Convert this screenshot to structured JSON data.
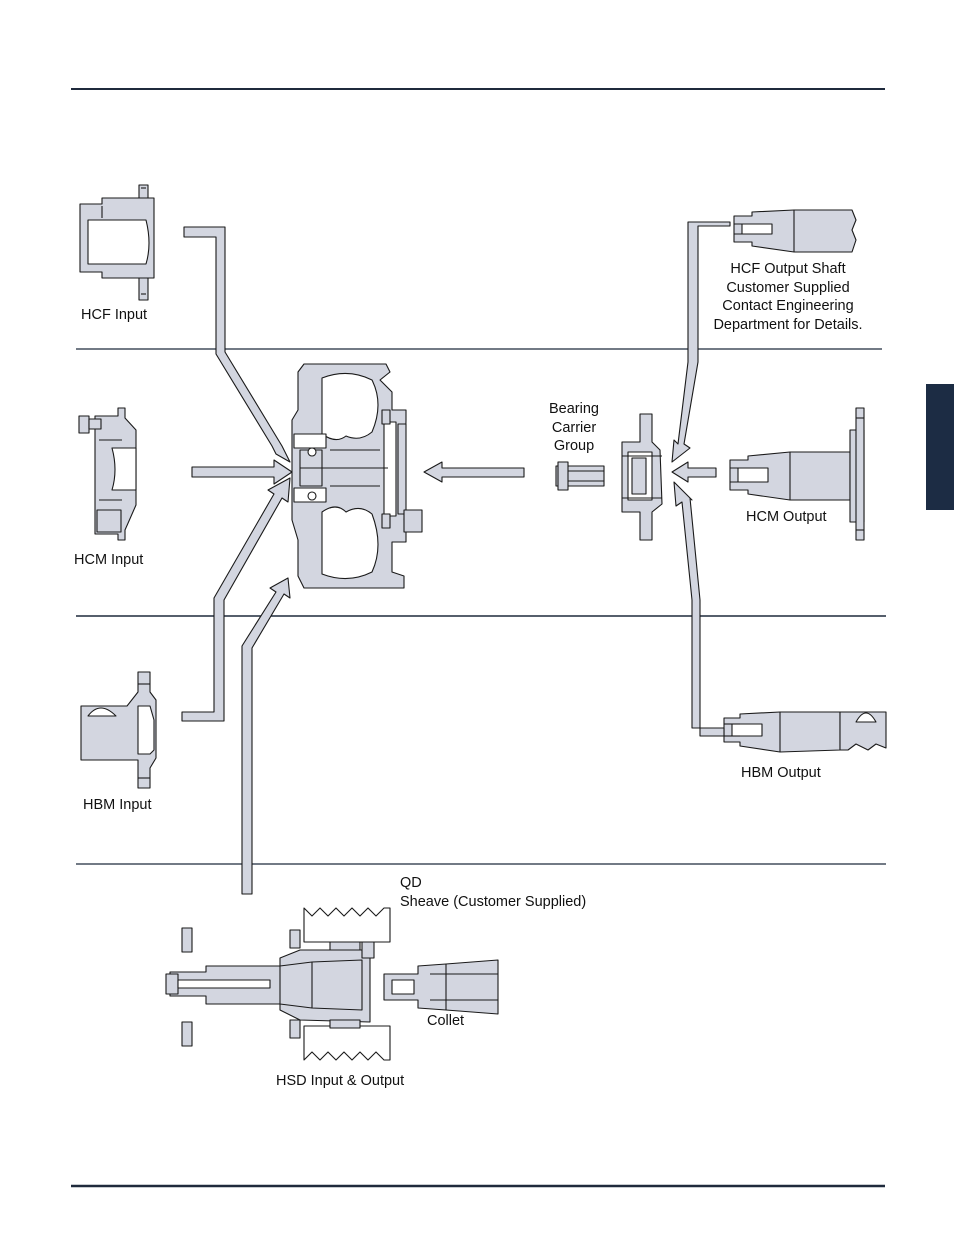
{
  "colors": {
    "part_fill": "#d3d6e0",
    "arrow_fill": "#d3d6e0",
    "stroke": "#1a1a1a",
    "divider": "#1f2a3c",
    "tab": "#1c2c44",
    "background": "#ffffff"
  },
  "labels": {
    "hcf_input": "HCF Input",
    "hcm_input": "HCM Input",
    "hbm_input": "HBM Input",
    "hcf_output_lines": [
      "HCF Output Shaft",
      "Customer Supplied",
      "Contact Engineering",
      "Department for Details."
    ],
    "bearing_lines": [
      "Bearing",
      "Carrier",
      "Group"
    ],
    "hcm_output": "HCM Output",
    "hbm_output": "HBM Output",
    "qd_lines": [
      "QD",
      "Sheave (Customer Supplied)"
    ],
    "collet": "Collet",
    "hsd": "HSD Input & Output"
  },
  "icons": {
    "section_tab": "section-tab"
  }
}
